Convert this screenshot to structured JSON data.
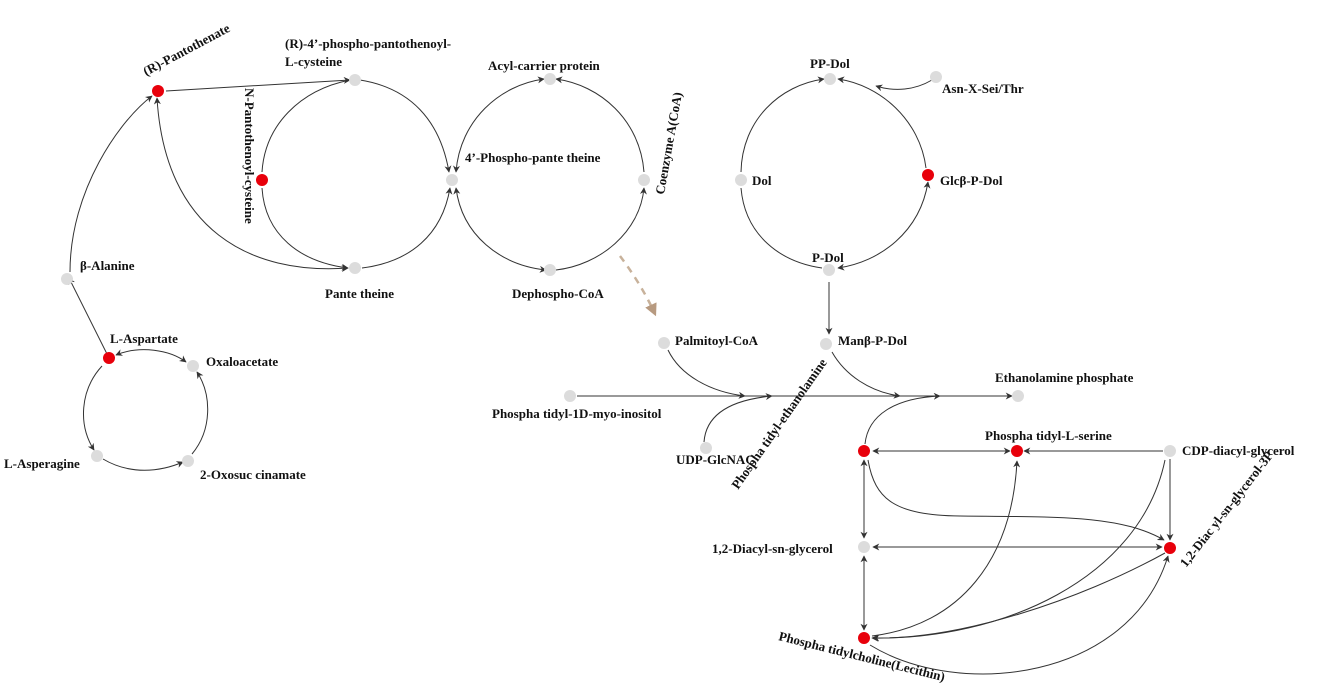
{
  "colors": {
    "highlight_node": "#e8000b",
    "normal_node": "#dcdcdc",
    "edge": "#333333",
    "dashed_arrow": "#c8b29b"
  },
  "nodes": {
    "pantothenate": "(R)-Pantothenate",
    "phospho_pantothenoyl_cysteine_1": "(R)-4’-phospho-pantothenoyl-",
    "phospho_pantothenoyl_cysteine_2": "L-cysteine",
    "n_pantothenoyl_cysteine": "N-Pantothenoyl-cysteine",
    "phosphopantetheine": "4’-Phospho-pante theine",
    "pantetheine": "Pante theine",
    "acyl_carrier_protein": "Acyl-carrier protein",
    "coenzyme_a": "Coenzyme A(CoA)",
    "dephospho_coa": "Dephospho-CoA",
    "pp_dol": "PP-Dol",
    "asn_x_ser_thr": "Asn-X-Sei/Thr",
    "dol": "Dol",
    "glc_p_dol": "Glcβ-P-Dol",
    "p_dol": "P-Dol",
    "man_p_dol": "Manβ-P-Dol",
    "beta_alanine": "β-Alanine",
    "l_aspartate": "L-Aspartate",
    "oxaloacetate": "Oxaloacetate",
    "l_asparagine": "L-Asperagine",
    "oxosuccinamate": "2-Oxosuc cinamate",
    "palmitoyl_coa": "Palmitoyl-CoA",
    "phosphatidyl_inositol": "Phospha tidyl-1D-myo-inositol",
    "udp_glcnac": "UDP-GlcNAC",
    "ethanolamine_phosphate": "Ethanolamine phosphate",
    "phosphatidyl_ethanolamine": "Phospha tidyl-ethanolamine",
    "phosphatidyl_serine": "Phospha tidyl-L-serine",
    "cdp_diacylglycerol": "CDP-diacyl-glycerol",
    "diacylglycerol": "1,2-Diacyl-sn-glycerol",
    "diacylglycerol_3p": "1,2-Diac yl-sn-glycerol-3P",
    "phosphatidylcholine": "Phospha tidylcholine(Lecithin)"
  }
}
